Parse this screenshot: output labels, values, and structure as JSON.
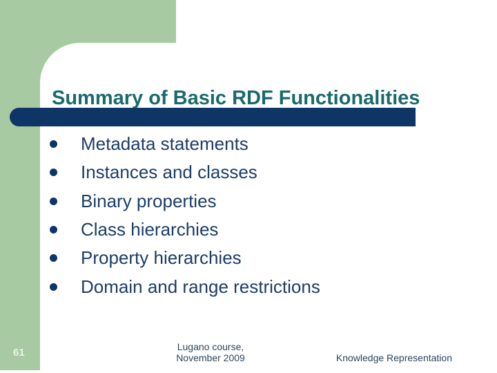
{
  "slide": {
    "title": "Summary of Basic RDF Functionalities",
    "bullets": [
      "Metadata statements",
      "Instances and classes",
      "Binary properties",
      "Class hierarchies",
      "Property hierarchies",
      "Domain and range restrictions"
    ],
    "footer": {
      "page_number": "61",
      "center_line1": "Lugano course,",
      "center_line2": "November 2009",
      "right": "Knowledge Representation"
    },
    "colors": {
      "accent_green": "#a7caa2",
      "accent_navy": "#0d3666",
      "title_teal": "#1a6a6c",
      "body_text": "#1c3d66",
      "footer_text": "#2b455f",
      "page_number_text": "#e9f3e7"
    }
  }
}
